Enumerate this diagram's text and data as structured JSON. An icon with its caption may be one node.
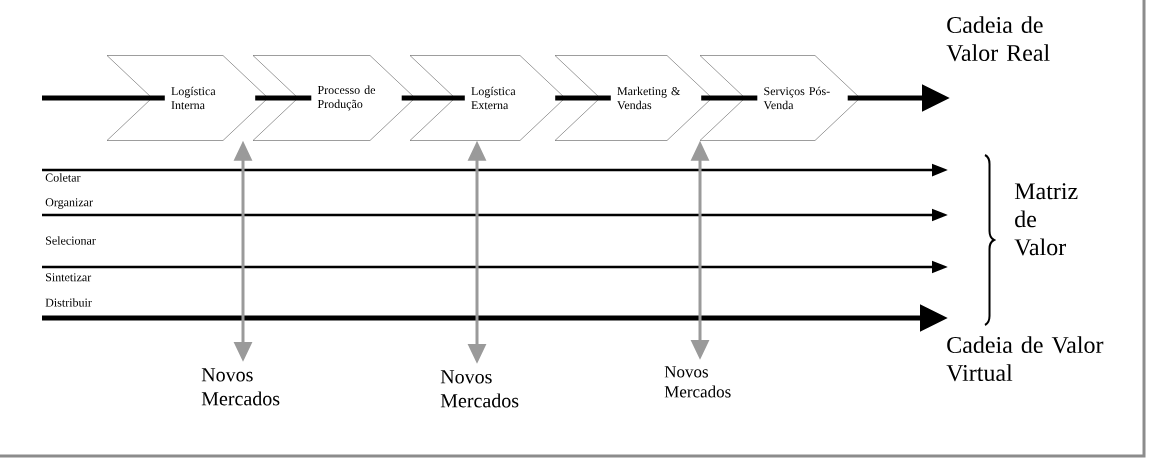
{
  "diagram": {
    "nodes": [
      {
        "text": [
          "Logística Interna"
        ]
      },
      {
        "text": [
          "Processo de Produção"
        ]
      },
      {
        "text": [
          "Logística Externa"
        ]
      },
      {
        "text": [
          "Marketing & Vendas"
        ]
      },
      {
        "text": [
          "Serviços Pós-Venda"
        ]
      },
      {
        "text": [
          "Novos Mercados"
        ]
      },
      {
        "text": [
          "Novos Mercados"
        ]
      },
      {
        "text": [
          "Novos Mercados"
        ]
      }
    ],
    "edges": [
      {
        "from": null,
        "to": 0,
        "arrow": "none"
      },
      {
        "from": 0,
        "to": 1,
        "arrow": "none"
      },
      {
        "from": 1,
        "to": 2,
        "arrow": "none"
      },
      {
        "from": 2,
        "to": 3,
        "arrow": "none"
      },
      {
        "from": 3,
        "to": 4,
        "arrow": "none"
      },
      {
        "from": 4,
        "to": null,
        "arrow": "to"
      },
      {
        "from": 0,
        "to": 5,
        "arrow": "both",
        "color": "#9a9a9a"
      },
      {
        "from": 2,
        "to": 6,
        "arrow": "both",
        "color": "#9a9a9a"
      },
      {
        "from": 4,
        "to": 7,
        "arrow": "both",
        "color": "#9a9a9a"
      }
    ],
    "labels": [
      "Cadeia de Valor Real",
      "Coletar",
      "Organizar",
      "Matriz de Valor",
      "Selecionar",
      "Sintetizar",
      "Distribuir",
      "Cadeia de Valor Virtual"
    ]
  }
}
